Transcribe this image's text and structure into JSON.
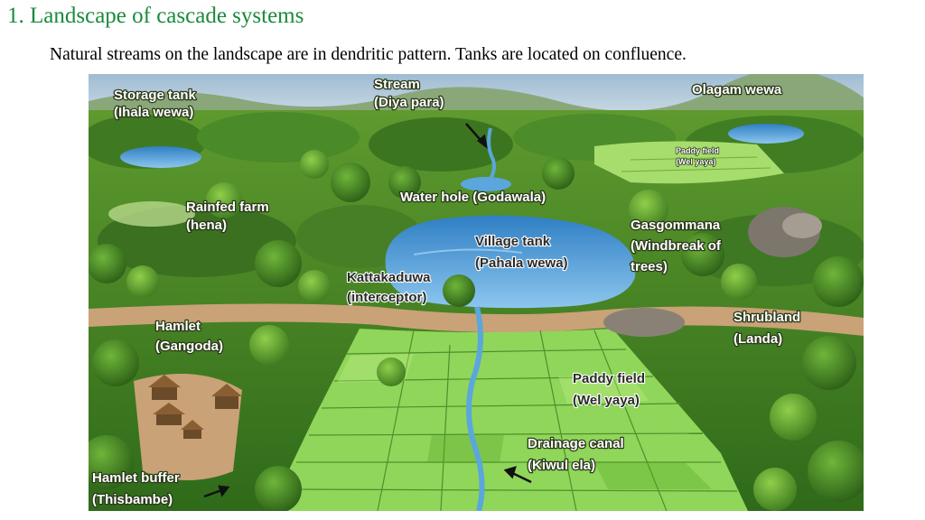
{
  "slide": {
    "title": "1. Landscape of cascade systems",
    "subtitle": "Natural streams on the landscape are in dendritic pattern. Tanks are located on confluence."
  },
  "labels": {
    "storage_tank": [
      "Storage tank",
      "(Ihala wewa)"
    ],
    "stream": [
      "Stream",
      "(Diya para)"
    ],
    "olagam_wewa": [
      "Olagam wewa"
    ],
    "paddy_small": [
      "Paddy field",
      "(Wel yaya)"
    ],
    "rainfed_farm": [
      "Rainfed farm",
      "(hena)"
    ],
    "water_hole": [
      "Water hole (Godawala)"
    ],
    "gasgommana": [
      "Gasgommana",
      "(Windbreak of",
      "trees)"
    ],
    "village_tank": [
      "Village tank",
      "(Pahala wewa)"
    ],
    "kattakaduwa": [
      "Kattakaduwa",
      "(interceptor)"
    ],
    "hamlet": [
      "Hamlet",
      "(Gangoda)"
    ],
    "shrubland": [
      "Shrubland",
      "(Landa)"
    ],
    "paddy_field": [
      "Paddy field",
      "(Wel yaya)"
    ],
    "drainage_canal": [
      "Drainage canal",
      "(Kiwul ela)"
    ],
    "hamlet_buffer": [
      "Hamlet buffer",
      "(Thisbambe)"
    ]
  },
  "colors": {
    "title": "#1a8a3c",
    "sky": "#b8cfe0",
    "forest": "#3f7a22",
    "paddy": "#8fd65a",
    "water": "#5ba6dc",
    "road": "#c9a277"
  }
}
